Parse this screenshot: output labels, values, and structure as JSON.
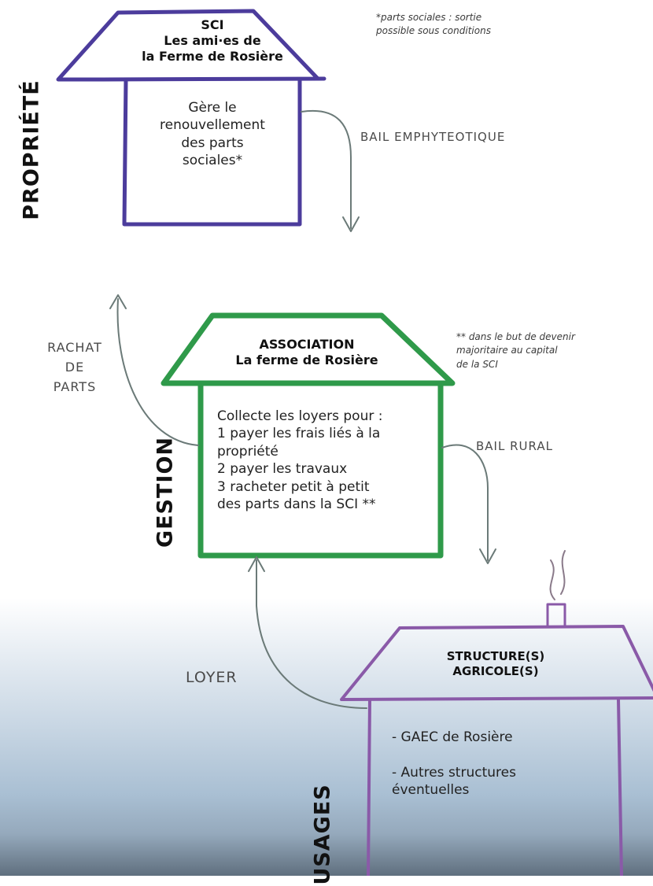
{
  "colors": {
    "propriete_house": "#4c3c9c",
    "gestion_house": "#2f9a4a",
    "usages_house": "#8a5aa8",
    "arrow": "#6b7a78"
  },
  "side_labels": {
    "propriete": "PROPRIÉTÉ",
    "gestion": "GESTION",
    "usages": "USAGES"
  },
  "houses": {
    "sci": {
      "title_lines": [
        "SCI",
        "Les ami·es de",
        "la Ferme de Rosière"
      ],
      "body_lines": [
        "Gère le",
        "renouvellement",
        "des parts",
        "sociales*"
      ]
    },
    "association": {
      "title_lines": [
        "ASSOCIATION",
        "La ferme de Rosière"
      ],
      "body_lines": [
        "Collecte les loyers pour :",
        "1 payer les frais liés à la",
        "propriété",
        "2 payer les travaux",
        "3 racheter petit à petit",
        "des parts dans la SCI **"
      ]
    },
    "structures": {
      "title_lines": [
        "STRUCTURE(S)",
        "AGRICOLE(S)"
      ],
      "body_lines": [
        "- GAEC de Rosière",
        "",
        "- Autres structures",
        "éventuelles"
      ]
    }
  },
  "arrow_labels": {
    "bail_emphyteotique": "BAIL EMPHYTEOTIQUE",
    "bail_rural": "BAIL RURAL",
    "rachat": [
      "RACHAT",
      "DE",
      "PARTS"
    ],
    "loyer": "LOYER"
  },
  "notes": {
    "note1": [
      "*parts sociales : sortie",
      "possible sous conditions"
    ],
    "note2": [
      "** dans le but de devenir",
      "majoritaire au capital",
      "de la SCI"
    ]
  }
}
